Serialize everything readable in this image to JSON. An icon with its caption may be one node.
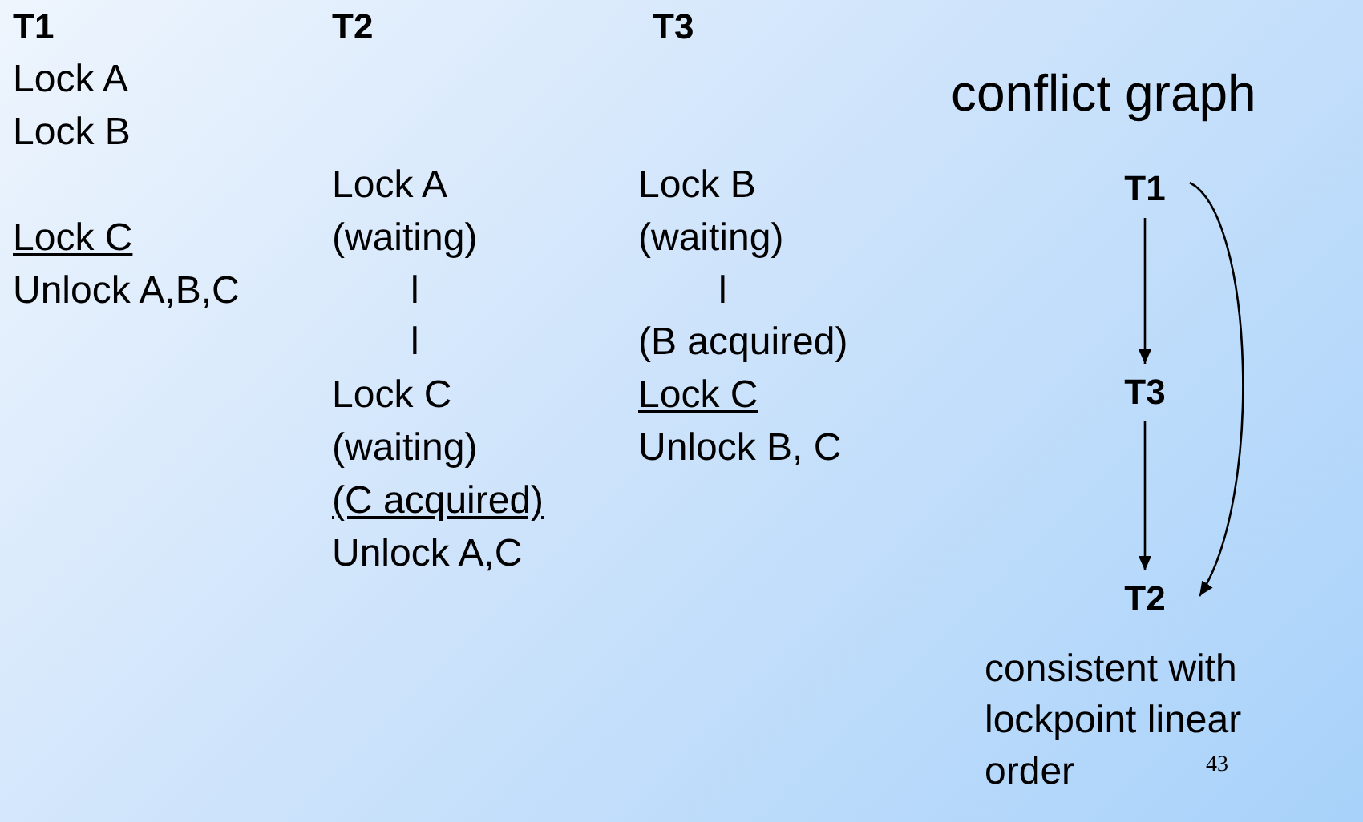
{
  "diagram": {
    "nodes": [
      {
        "text": [
          "T1"
        ]
      },
      {
        "text": [
          "T3"
        ]
      },
      {
        "text": [
          "T2"
        ]
      }
    ],
    "edges": [
      {
        "from": 0,
        "to": 1,
        "arrow": "to"
      },
      {
        "from": 1,
        "to": 2,
        "arrow": "to"
      },
      {
        "from": 0,
        "to": 2,
        "arrow": "to"
      }
    ],
    "labels": [
      "T1",
      "T2",
      "T3",
      "Lock A",
      "Lock B",
      "Lock A",
      "Lock B",
      "Lock C",
      "(waiting)",
      "(waiting)",
      "Unlock A,B,C",
      "l",
      "l",
      "l",
      "(B acquired)",
      "Lock C",
      "Lock C",
      "(waiting)",
      "Unlock B, C",
      "(C acquired)",
      "Unlock A,C",
      "conflict graph",
      "consistent with lockpoint linear order",
      "43"
    ]
  }
}
